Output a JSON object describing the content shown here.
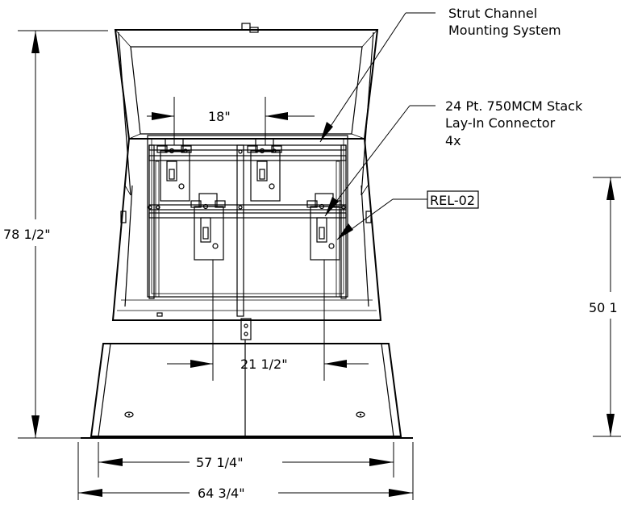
{
  "callouts": {
    "strut": [
      "Strut Channel",
      "Mounting System"
    ],
    "connector": [
      "24 Pt. 750MCM Stack",
      "Lay-In Connector",
      "4x"
    ],
    "tag": "REL-02"
  },
  "dimensions": {
    "height_total": "78 1/2\"",
    "height_base": "50 1",
    "width_inner": "57 1/4\"",
    "width_outer": "64 3/4\"",
    "spacing_top": "18\"",
    "spacing_bottom": "21 1/2\""
  }
}
